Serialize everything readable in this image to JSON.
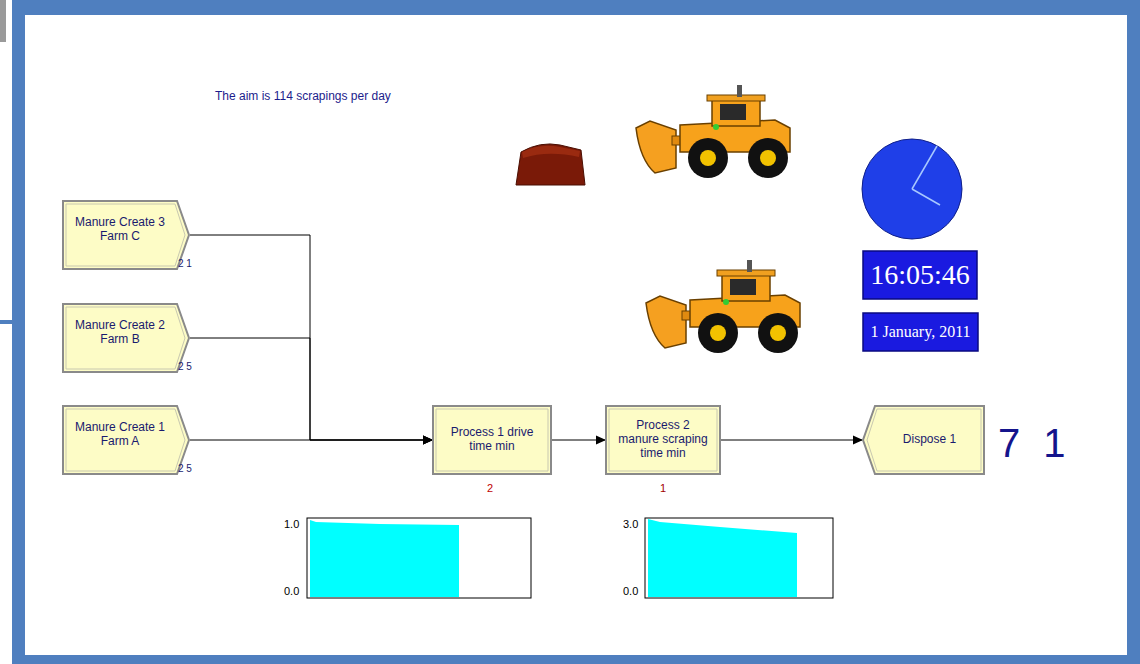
{
  "diagram": {
    "nodes": [
      {
        "text": [
          "Manure Create 3 Farm C"
        ]
      },
      {
        "text": [
          "Manure Create 2 Farm B"
        ]
      },
      {
        "text": [
          "Manure Create 1 Farm A"
        ]
      },
      {
        "text": [
          "Process 1 drive time min"
        ]
      },
      {
        "text": [
          "Process 2 manure scraping time min"
        ]
      },
      {
        "text": [
          "Dispose 1"
        ]
      },
      {
        "text": [
          "16:05:46"
        ]
      },
      {
        "text": [
          "1 January, 2011"
        ]
      }
    ],
    "edges": [
      {
        "from": 0,
        "to": 3,
        "arrow": "to"
      },
      {
        "from": 1,
        "to": 3,
        "arrow": "to"
      },
      {
        "from": 2,
        "to": 3,
        "arrow": "to"
      },
      {
        "from": 3,
        "to": 4,
        "arrow": "to"
      },
      {
        "from": 4,
        "to": 5,
        "arrow": "to"
      }
    ],
    "labels": [
      "The aim is 114 scrapings per day",
      "2 1",
      "2 5",
      "2 5",
      "2",
      "1",
      "7 1",
      "1.0",
      "0.0",
      "3.0",
      "0.0"
    ]
  }
}
